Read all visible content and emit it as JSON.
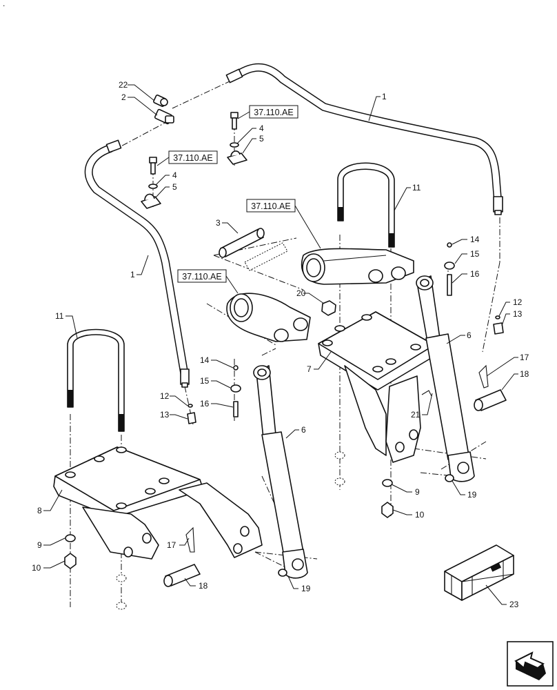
{
  "corner_mark": ".",
  "reference_label": "37.110.AE",
  "callouts": {
    "c1_top": "1",
    "c1_left": "1",
    "c2": "2",
    "c3": "3",
    "c4_a": "4",
    "c4_b": "4",
    "c5_a": "5",
    "c5_b": "5",
    "c6_left": "6",
    "c6_right": "6",
    "c7": "7",
    "c8": "8",
    "c9_left": "9",
    "c9_right": "9",
    "c10_left": "10",
    "c10_right": "10",
    "c11_left": "11",
    "c11_right": "11",
    "c12_left": "12",
    "c12_right": "12",
    "c13_left": "13",
    "c13_right": "13",
    "c14_left": "14",
    "c14_right": "14",
    "c15_left": "15",
    "c15_right": "15",
    "c16_left": "16",
    "c16_right": "16",
    "c17_left": "17",
    "c17_right": "17",
    "c18_left": "18",
    "c18_right": "18",
    "c19_left": "19",
    "c19_right": "19",
    "c20": "20",
    "c21": "21",
    "c22": "22",
    "c23": "23"
  },
  "icons": {
    "kit_box": "crate-icon",
    "navigation": "next-arrow-icon"
  }
}
